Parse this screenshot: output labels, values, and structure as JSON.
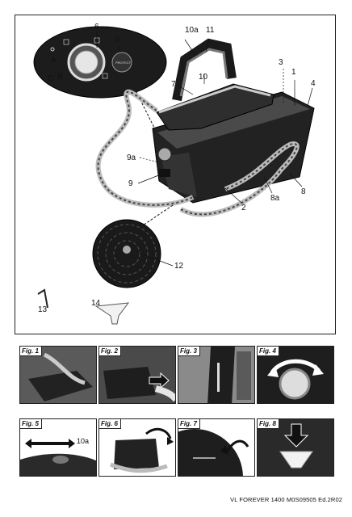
{
  "main": {
    "callouts": {
      "c1": "1",
      "c2": "2",
      "c3": "3",
      "c4": "4",
      "c5": "5",
      "c6": "6",
      "c7": "7",
      "c8": "8",
      "c8a": "8a",
      "c9": "9",
      "c9a": "9a",
      "c10": "10",
      "c10a": "10a",
      "c11": "11",
      "c12": "12",
      "c13": "13",
      "c14": "14",
      "cA": "A",
      "cB": "B",
      "cC": "C"
    },
    "panel_button_label": "PROTECT"
  },
  "figures": [
    {
      "label": "Fig. 1"
    },
    {
      "label": "Fig. 2"
    },
    {
      "label": "Fig. 3"
    },
    {
      "label": "Fig. 4"
    },
    {
      "label": "Fig. 5",
      "callout": "10a"
    },
    {
      "label": "Fig. 6"
    },
    {
      "label": "Fig. 7"
    },
    {
      "label": "Fig. 8"
    }
  ],
  "footer": {
    "text": "VL FOREVER 1400 M0S09505 Ed.2R02"
  }
}
